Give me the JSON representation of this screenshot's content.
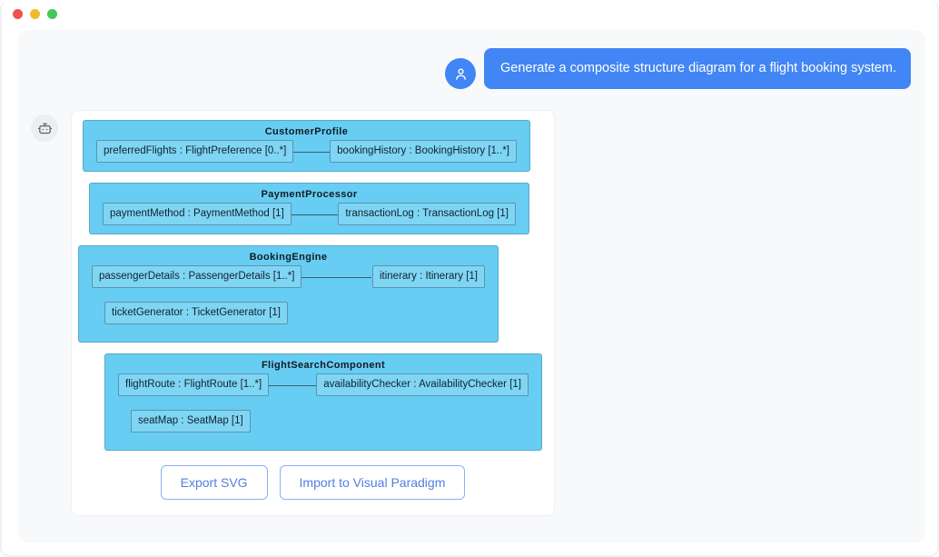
{
  "window": {
    "traffic_lights": [
      {
        "name": "close",
        "color": "#f0524a"
      },
      {
        "name": "minimize",
        "color": "#f0bc2d"
      },
      {
        "name": "maximize",
        "color": "#44c756"
      }
    ]
  },
  "conversation": {
    "user": {
      "avatar_icon": "user-icon",
      "message": "Generate a composite structure diagram for a flight booking system."
    },
    "assistant": {
      "avatar_icon": "robot-icon"
    }
  },
  "diagram": {
    "type": "composite-structure-diagram",
    "components": [
      {
        "name": "CustomerProfile",
        "ports": [
          {
            "label": "preferredFlights : FlightPreference [0..*]",
            "side": "left"
          },
          {
            "label": "bookingHistory : BookingHistory [1..*]",
            "side": "right"
          }
        ],
        "connector": true,
        "extra_ports": []
      },
      {
        "name": "PaymentProcessor",
        "ports": [
          {
            "label": "paymentMethod : PaymentMethod [1]",
            "side": "left"
          },
          {
            "label": "transactionLog : TransactionLog [1]",
            "side": "right"
          }
        ],
        "connector": true,
        "extra_ports": []
      },
      {
        "name": "BookingEngine",
        "ports": [
          {
            "label": "passengerDetails : PassengerDetails [1..*]",
            "side": "left"
          },
          {
            "label": "itinerary : Itinerary [1]",
            "side": "right"
          }
        ],
        "connector": true,
        "extra_ports": [
          {
            "label": "ticketGenerator : TicketGenerator [1]"
          }
        ]
      },
      {
        "name": "FlightSearchComponent",
        "ports": [
          {
            "label": "flightRoute : FlightRoute [1..*]",
            "side": "left"
          },
          {
            "label": "availabilityChecker : AvailabilityChecker [1]",
            "side": "right"
          }
        ],
        "connector": true,
        "extra_ports": [
          {
            "label": "seatMap : SeatMap [1]"
          }
        ]
      }
    ],
    "colors": {
      "component_fill": "#67cdf2",
      "component_border": "#5aa7c4",
      "port_fill": "#7fd5f4",
      "port_border": "#5c94ad",
      "connector": "#3b5e70",
      "text": "#12232e"
    }
  },
  "actions": {
    "export_svg_label": "Export SVG",
    "import_vp_label": "Import to Visual Paradigm",
    "accent": "#4f7fe0"
  }
}
